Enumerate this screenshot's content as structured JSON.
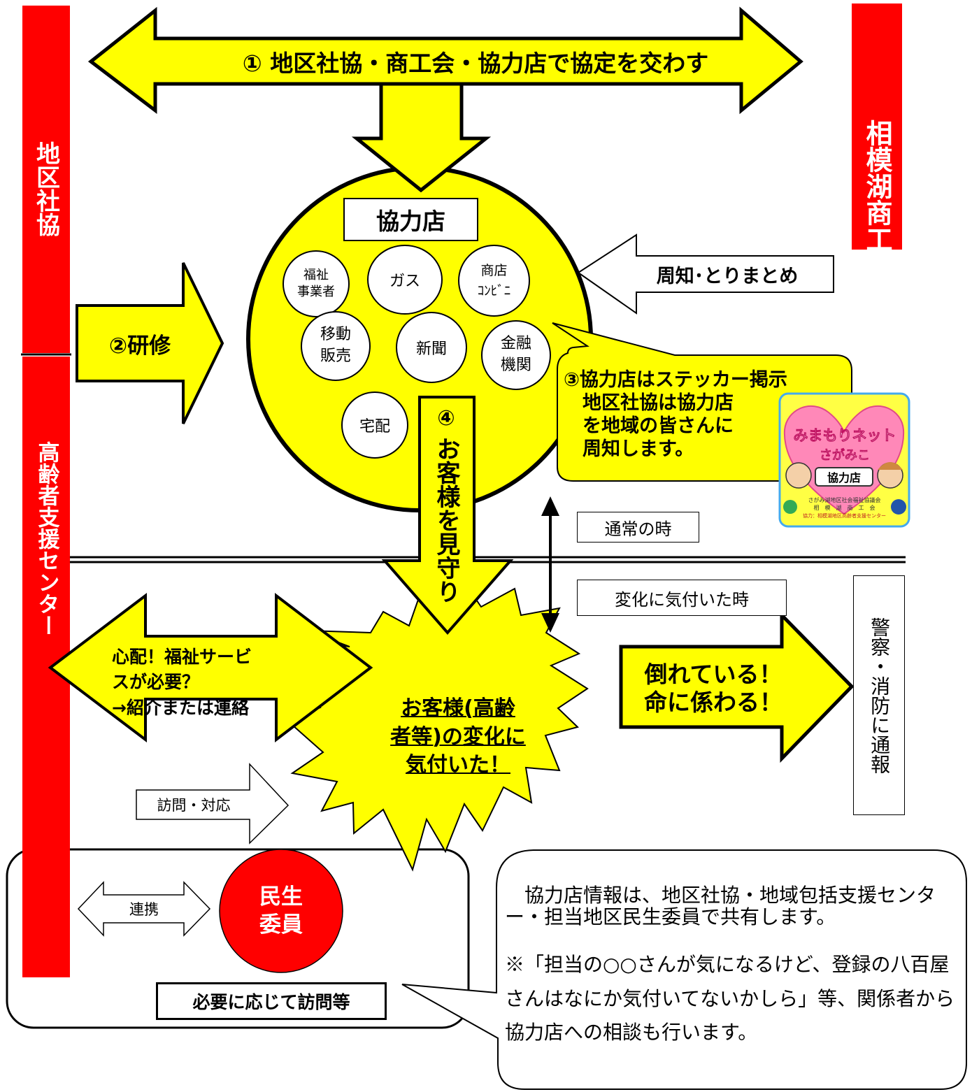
{
  "colors": {
    "bar_red": "#ff0000",
    "arrow_yellow": "#ffff00",
    "outline": "#000000",
    "white": "#ffffff"
  },
  "left_bar": {
    "top_label": "地区社協",
    "bottom_label": "高齢者支援センター"
  },
  "right_bar": {
    "label": "相模湖商工会"
  },
  "step1": {
    "label": "① 地区社協・商工会・協力店で協定を交わす"
  },
  "circle": {
    "title": "協力店",
    "shops": [
      {
        "label": "福祉\n事業者"
      },
      {
        "label": "ガス"
      },
      {
        "label": "商店\nｺﾝﾋﾞﾆ"
      },
      {
        "label": "移動\n販売"
      },
      {
        "label": "新聞"
      },
      {
        "label": "金融\n機関"
      },
      {
        "label": "宅配"
      }
    ]
  },
  "notice": {
    "label": "周知･とりまとめ"
  },
  "step2": {
    "label": "②研修"
  },
  "step3": {
    "label": "③協力店はステッカー掲示\n　地区社協は協力店\n　を地域の皆さんに\n　周知します。"
  },
  "step4": {
    "num": "④",
    "label": "お客様を見守り"
  },
  "sticker": {
    "title": "みまもりネット",
    "sub": "さがみこ",
    "badge": "協力店",
    "org1": "さがみ湖地区社会福祉協議会",
    "org2": "相　模　湖　商　工　会",
    "org3": "協力：相模湖地区高齢者支援センター"
  },
  "normal_time": {
    "label": "通常の時"
  },
  "change_time": {
    "label": "変化に気付いた時"
  },
  "burst": {
    "label": "お客様(高齢\n者等)の変化に\n気付いた！"
  },
  "left_action": {
    "label": "心配！福祉サービ\nスが必要？\n→紹介または連絡"
  },
  "right_action": {
    "label": "倒れている！\n命に係わる！"
  },
  "police": {
    "label": "警察・消防に通報"
  },
  "visit": {
    "label": "訪問・対応"
  },
  "renkei": {
    "label": "連携"
  },
  "minsei": {
    "label": "民生\n委員"
  },
  "minsei_visit": {
    "label": "必要に応じて訪問等"
  },
  "callout": {
    "p1": "　協力店情報は、地区社協・地域包括支援センター・担当地区民生委員で共有します。",
    "p2": "※「担当の○○さんが気になるけど、登録の八百屋さんはなにか気付いてないかしら」等、関係者から協力店への相談も行います。"
  }
}
